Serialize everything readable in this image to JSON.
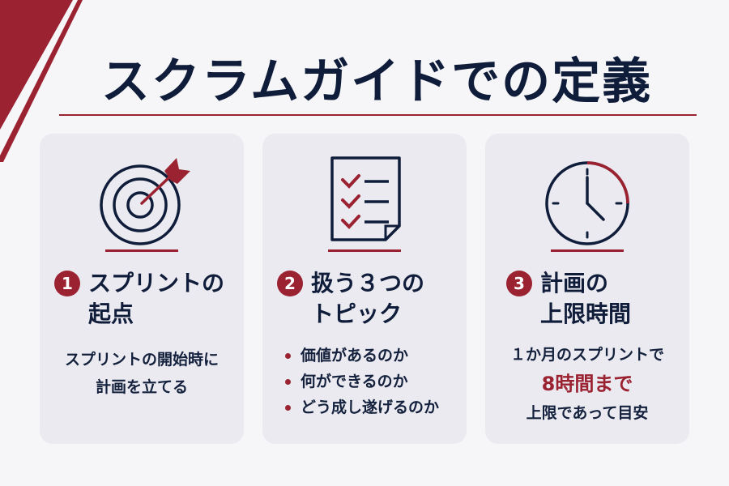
{
  "colors": {
    "accent": "#9a2231",
    "navy": "#0f1d3a",
    "background": "#f6f6f9",
    "card": "#ebeaf0"
  },
  "title": "スクラムガイドでの定義",
  "cards": [
    {
      "number": "1",
      "icon": "target-arrow-icon",
      "heading": [
        "スプリントの",
        "起点"
      ],
      "body": [
        "スプリントの開始時に",
        "計画を立てる"
      ]
    },
    {
      "number": "2",
      "icon": "checklist-document-icon",
      "heading": [
        "扱う３つの",
        "トピック"
      ],
      "bullets": [
        "価値があるのか",
        "何ができるのか",
        "どう成し遂げるのか"
      ]
    },
    {
      "number": "3",
      "icon": "clock-icon",
      "heading": [
        "計画の",
        "上限時間"
      ],
      "body_lines": [
        "１か月のスプリントで",
        "8時間まで",
        "上限であって目安"
      ]
    }
  ]
}
